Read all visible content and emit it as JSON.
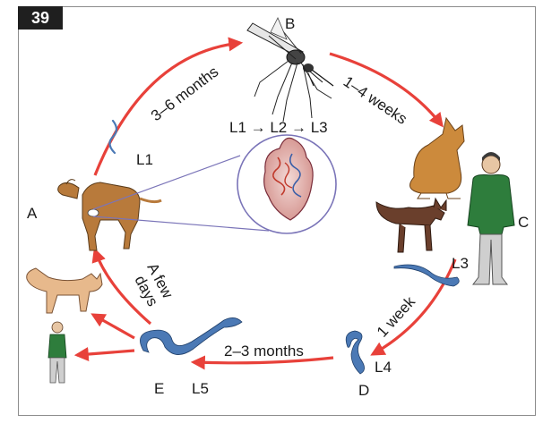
{
  "figure_number": "39",
  "stage_labels": {
    "A": "A",
    "B": "B",
    "C": "C",
    "D": "D",
    "E": "E"
  },
  "larva_labels": {
    "L1": "L1",
    "L3": "L3",
    "L4": "L4",
    "L5": "L5",
    "development": "L1 → L2 → L3"
  },
  "durations": {
    "a_to_b": "3–6 months",
    "b_to_c": "1–4 weeks",
    "c_to_d": "1 week",
    "d_to_e": "2–3 months",
    "e_to_a_line1": "A few",
    "e_to_a_line2": "days"
  },
  "colors": {
    "arrow": "#e8413a",
    "worm": "#4b79b5",
    "frame": "#8c8c8c",
    "badge": "#1f1f1f",
    "inset_circle": "#7a74b8"
  }
}
